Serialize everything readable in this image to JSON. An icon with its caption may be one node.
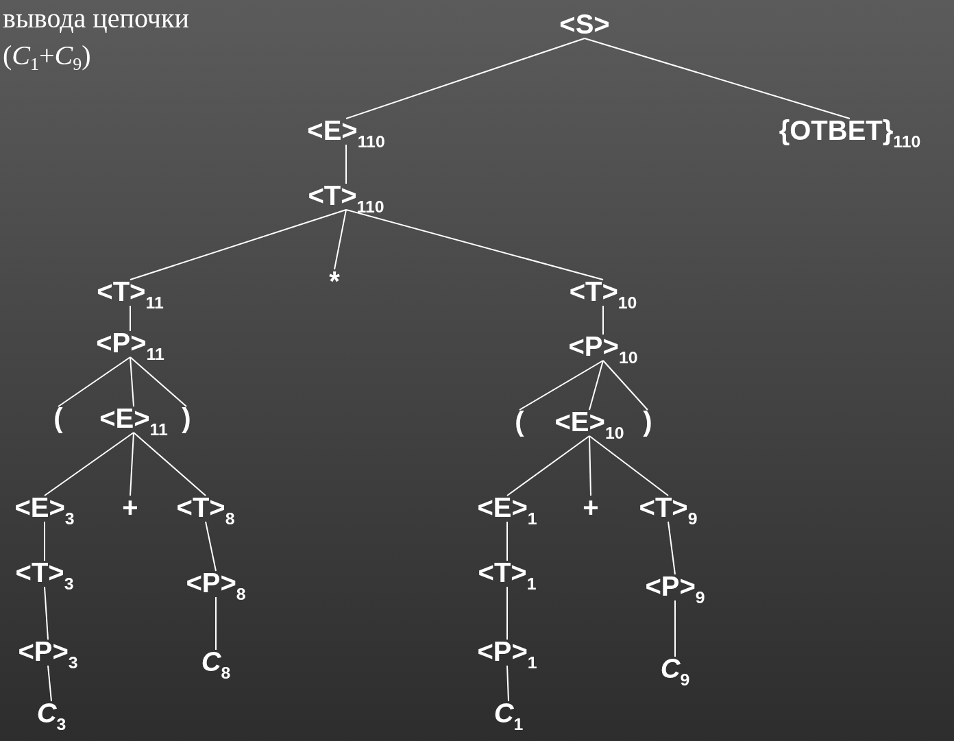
{
  "diagram": {
    "title": "вывода цепочки (*C*$_{1}$+*C*$_{9}$)",
    "nodes": [
      {
        "text": [
          "<S>"
        ]
      },
      {
        "text": [
          "<E>$_{110}$"
        ]
      },
      {
        "text": [
          "{ОТВЕТ}$_{110}$"
        ]
      },
      {
        "text": [
          "<T>$_{110}$"
        ]
      },
      {
        "text": [
          "<T>$_{11}$"
        ]
      },
      {
        "text": [
          "*"
        ]
      },
      {
        "text": [
          "<T>$_{10}$"
        ]
      },
      {
        "text": [
          "<P>$_{11}$"
        ]
      },
      {
        "text": [
          "<P>$_{10}$"
        ]
      },
      {
        "text": [
          "("
        ]
      },
      {
        "text": [
          "<E>$_{11}$"
        ]
      },
      {
        "text": [
          ")"
        ]
      },
      {
        "text": [
          "("
        ]
      },
      {
        "text": [
          "<E>$_{10}$"
        ]
      },
      {
        "text": [
          ")"
        ]
      },
      {
        "text": [
          "<E>$_{3}$"
        ]
      },
      {
        "text": [
          "+"
        ]
      },
      {
        "text": [
          "<T>$_{8}$"
        ]
      },
      {
        "text": [
          "<E>$_{1}$"
        ]
      },
      {
        "text": [
          "+"
        ]
      },
      {
        "text": [
          "<T>$_{9}$"
        ]
      },
      {
        "text": [
          "<T>$_{3}$"
        ]
      },
      {
        "text": [
          "<P>$_{8}$"
        ]
      },
      {
        "text": [
          "<T>$_{1}$"
        ]
      },
      {
        "text": [
          "<P>$_{9}$"
        ]
      },
      {
        "text": [
          "<P>$_{3}$"
        ]
      },
      {
        "text": [
          "*C*$_{8}$"
        ]
      },
      {
        "text": [
          "<P>$_{1}$"
        ]
      },
      {
        "text": [
          "*C*$_{9}$"
        ]
      },
      {
        "text": [
          "*C*$_{3}$"
        ]
      },
      {
        "text": [
          "*C*$_{1}$"
        ]
      }
    ],
    "edges": [
      {
        "from": 0,
        "to": 1,
        "arrow": "none"
      },
      {
        "from": 0,
        "to": 2,
        "arrow": "none"
      },
      {
        "from": 1,
        "to": 3,
        "arrow": "none"
      },
      {
        "from": 3,
        "to": 4,
        "arrow": "none"
      },
      {
        "from": 3,
        "to": 5,
        "arrow": "none"
      },
      {
        "from": 3,
        "to": 6,
        "arrow": "none"
      },
      {
        "from": 4,
        "to": 7,
        "arrow": "none"
      },
      {
        "from": 6,
        "to": 8,
        "arrow": "none"
      },
      {
        "from": 7,
        "to": 9,
        "arrow": "none"
      },
      {
        "from": 7,
        "to": 10,
        "arrow": "none"
      },
      {
        "from": 7,
        "to": 11,
        "arrow": "none"
      },
      {
        "from": 8,
        "to": 12,
        "arrow": "none"
      },
      {
        "from": 8,
        "to": 13,
        "arrow": "none"
      },
      {
        "from": 8,
        "to": 14,
        "arrow": "none"
      },
      {
        "from": 10,
        "to": 15,
        "arrow": "none"
      },
      {
        "from": 10,
        "to": 16,
        "arrow": "none"
      },
      {
        "from": 10,
        "to": 17,
        "arrow": "none"
      },
      {
        "from": 13,
        "to": 18,
        "arrow": "none"
      },
      {
        "from": 13,
        "to": 19,
        "arrow": "none"
      },
      {
        "from": 13,
        "to": 20,
        "arrow": "none"
      },
      {
        "from": 15,
        "to": 21,
        "arrow": "none"
      },
      {
        "from": 17,
        "to": 22,
        "arrow": "none"
      },
      {
        "from": 18,
        "to": 23,
        "arrow": "none"
      },
      {
        "from": 20,
        "to": 24,
        "arrow": "none"
      },
      {
        "from": 21,
        "to": 25,
        "arrow": "none"
      },
      {
        "from": 22,
        "to": 26,
        "arrow": "none"
      },
      {
        "from": 23,
        "to": 27,
        "arrow": "none"
      },
      {
        "from": 24,
        "to": 28,
        "arrow": "none"
      },
      {
        "from": 25,
        "to": 29,
        "arrow": "none"
      },
      {
        "from": 27,
        "to": 30,
        "arrow": "none"
      }
    ]
  }
}
